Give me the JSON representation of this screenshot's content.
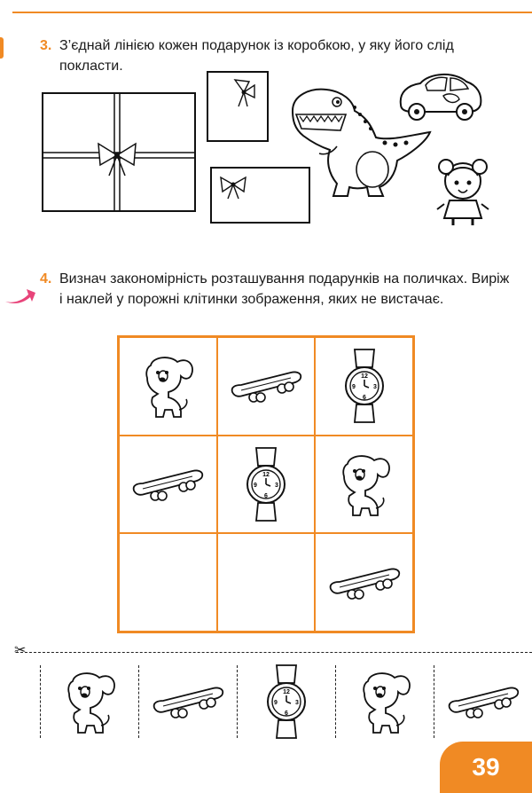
{
  "page": {
    "number": "39",
    "accent_color": "#f08a24"
  },
  "task3": {
    "number": "3.",
    "text": "З’єднай лінією кожен подарунок із коробкою, у яку його слід покласти."
  },
  "task4": {
    "number": "4.",
    "text": "Визнач закономірність розташування подарунків на поличках. Виріж і наклей у порожні клітинки зображення, яких не вистачає."
  },
  "grid": [
    [
      "dog",
      "skateboard",
      "watch"
    ],
    [
      "skateboard",
      "watch",
      "dog"
    ],
    [
      "empty",
      "empty",
      "skateboard"
    ]
  ],
  "cutouts": [
    "dog",
    "skateboard",
    "watch",
    "dog",
    "skateboard"
  ],
  "icons": {
    "scissors": "scissors-icon",
    "pointer": "pink-arrow-icon"
  }
}
